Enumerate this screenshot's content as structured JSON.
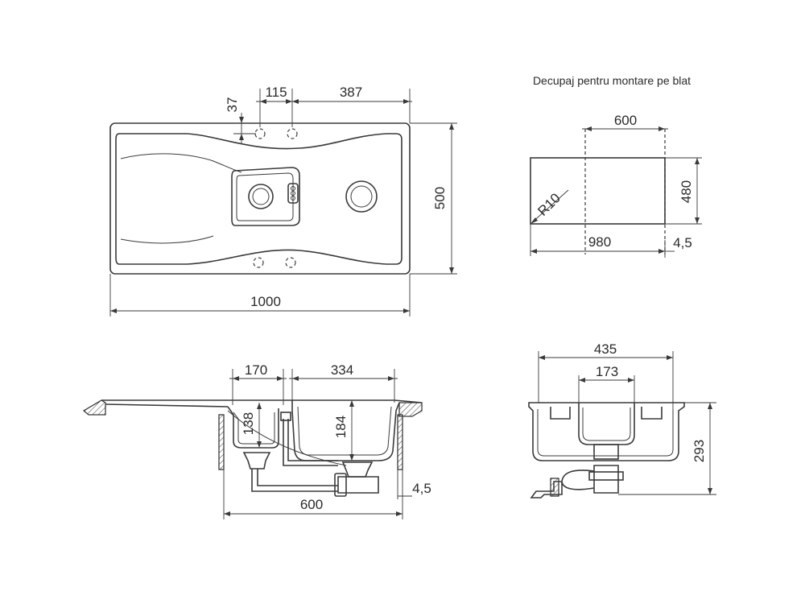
{
  "cutout": {
    "title": "Decupaj pentru montare pe blat",
    "dim_width": "600",
    "dim_height": "480",
    "dim_length": "980",
    "dim_offset": "4,5",
    "radius": "R10"
  },
  "top_view": {
    "dim_37": "37",
    "dim_115": "115",
    "dim_387": "387",
    "dim_height": "500",
    "dim_length": "1000"
  },
  "front_section": {
    "dim_170": "170",
    "dim_334": "334",
    "dim_138": "138",
    "dim_184": "184",
    "dim_600": "600",
    "dim_offset": "4,5"
  },
  "side_section": {
    "dim_435": "435",
    "dim_173": "173",
    "dim_293": "293"
  }
}
